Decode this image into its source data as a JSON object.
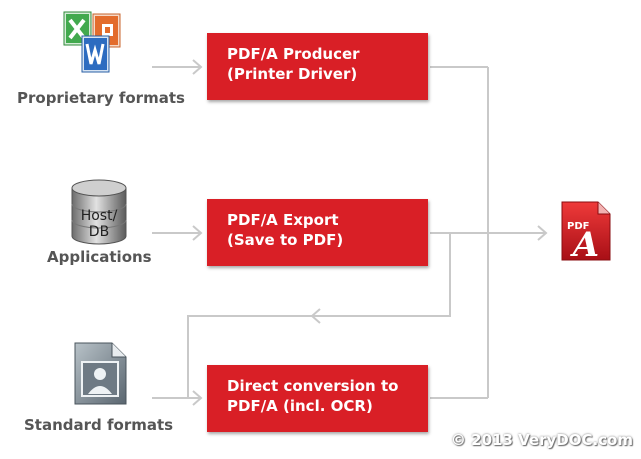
{
  "sources": [
    {
      "label": "Proprietary formats",
      "icon": "office-documents-icon"
    },
    {
      "label": "Applications",
      "icon": "database-icon",
      "icon_text": [
        "Host/",
        "DB"
      ]
    },
    {
      "label": "Standard formats",
      "icon": "image-file-icon"
    }
  ],
  "processes": [
    {
      "line1": "PDF/A Producer",
      "line2": "(Printer Driver)"
    },
    {
      "line1": "PDF/A Export",
      "line2": "(Save to PDF)"
    },
    {
      "line1": "Direct conversion to",
      "line2": "PDF/A (incl. OCR)"
    }
  ],
  "output": {
    "icon": "pdf-a-file-icon",
    "tag": "PDF",
    "letter": "A"
  },
  "copyright": "© 2013 VeryDOC.com",
  "colors": {
    "box": "#d91f26",
    "connector": "#c9c9c9",
    "label": "#555555"
  }
}
